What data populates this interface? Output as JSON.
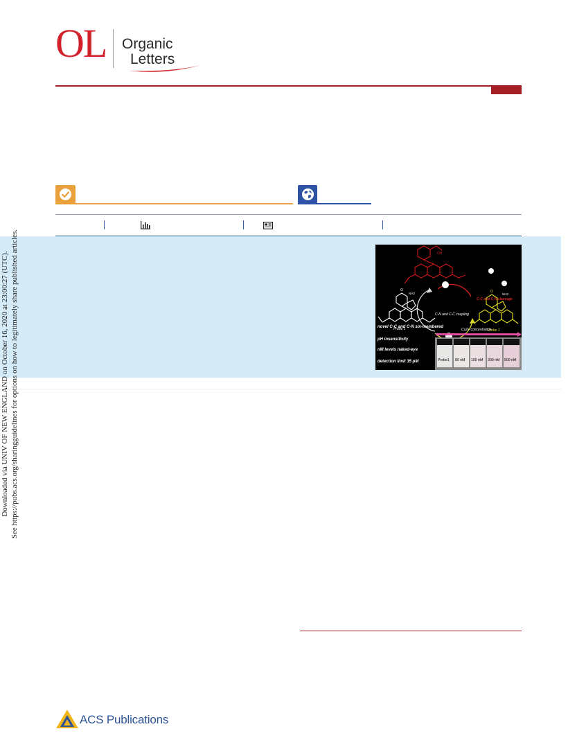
{
  "journal": {
    "logo_initials": "OL",
    "name_line1": "Organic",
    "name_line2": "Letters"
  },
  "watermark": {
    "line1": "Downloaded via UNIV OF NEW ENGLAND on October 16, 2020 at 23:00:27 (UTC).",
    "line2": "See https://pubs.acs.org/sharingguidelines for options on how to legitimately share published articles."
  },
  "toc_graphic": {
    "label_oh": "OH",
    "label_nh2_left": "NH2",
    "label_nh2_right": "NH2",
    "label_o_left": "O",
    "label_o_right": "O",
    "label_cleavage": "C-C and C-N cleavage",
    "label_coupling": "C-N and C-C coupling",
    "label_probe_left": "Probe 1",
    "label_probe_right": "Probe 1",
    "cu_label": "Cu2+ concentration",
    "features": [
      "novel C-C and C-N six-membered",
      "pH insensitivity",
      "nM levels naked-eye",
      "detection limit  35 pM"
    ],
    "vials": [
      "Probe1",
      "80 nM",
      "100 nM",
      "300 nM",
      "500 nM"
    ]
  },
  "publisher": {
    "name": "ACS Publications"
  },
  "colors": {
    "brand_red": "#d1212b",
    "rule_red": "#a31f24",
    "open_access_orange": "#e9a23b",
    "globe_blue": "#2c53a4",
    "abstract_bg": "#d5ecf8",
    "acs_blue": "#2f5597"
  },
  "icons": {
    "badge_left": "checkmark-icon",
    "badge_right": "globe-icon",
    "metric_1": "bar-chart-icon",
    "metric_2": "article-icon"
  }
}
